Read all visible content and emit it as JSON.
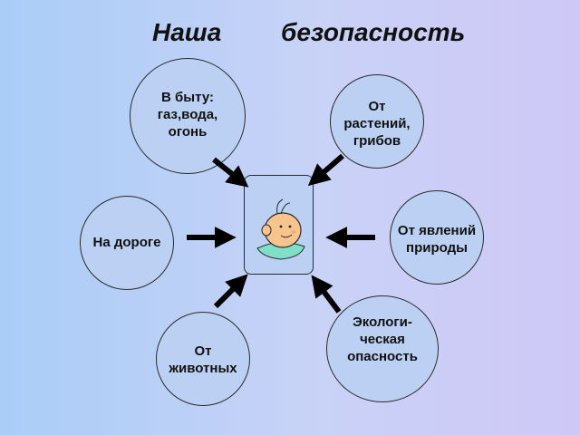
{
  "title": {
    "word1": "Наша",
    "word2": "безопасность"
  },
  "nodes": {
    "home": "В быту:\nгаз,вода,\nогонь",
    "plants": "От\nрастений,\nгрибов",
    "road": "На дороге",
    "nature": "От явлений\nприроды",
    "animals": "От\nживотных",
    "ecology": "Экологи-\nческая\nопасность"
  },
  "center": {
    "icon": "baby-face-icon"
  },
  "colors": {
    "circle_fill": "#bcd0f4",
    "arrow": "#000000"
  }
}
